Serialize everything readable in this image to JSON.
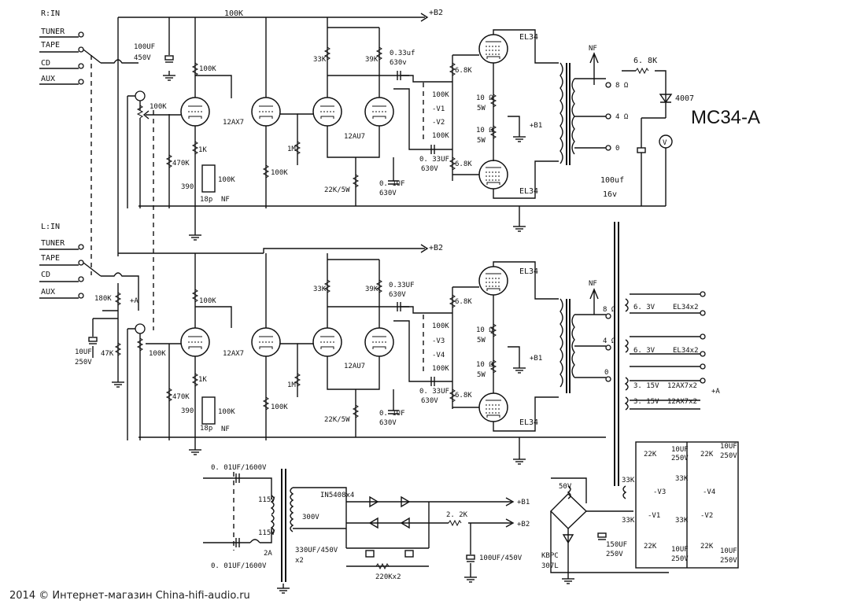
{
  "title": "MC34-A",
  "caption": "2014 © Интернет-магазин China-hifi-audio.ru",
  "labels": {
    "r_in": "R:IN",
    "l_in": "L:IN",
    "tuner": "TUNER",
    "tape": "TAPE",
    "cd": "CD",
    "aux": "AUX",
    "b2": "+B2",
    "b1": "+B1",
    "nf": "NF",
    "plus_a": "+A",
    "c100uf450": "100UF",
    "c450v": "450V",
    "r100k": "100K",
    "r470k": "470K",
    "r1k": "1K",
    "r390": "390",
    "c18p": "18p",
    "r33k": "33K",
    "r39k": "39K",
    "r1m": "1M",
    "r22k5w": "22K/5W",
    "r6k8": "6.8K",
    "r6k8b": "6. 8K",
    "c033u": "0.33uf",
    "c033U": "0. 33UF",
    "c033Ub": "0.33UF",
    "c630v": "630v",
    "c630V": "630V",
    "c01uf": "0. 1UF",
    "r10ohm": "10 Ω",
    "r5w": "5W",
    "v1": "-V1",
    "v2": "-V2",
    "v3": "-V3",
    "v4": "-V4",
    "ax7": "12AX7",
    "au7": "12AU7",
    "el34": "EL34",
    "o8": "8 Ω",
    "o4": "4 Ω",
    "o0": "0",
    "c100uf": "100uf",
    "c16v": "16v",
    "d4007": "4007",
    "meter": "V",
    "r180k": "180K",
    "r47k": "47K",
    "c10uf": "10UF",
    "c250v": "250V",
    "h63": "6. 3V",
    "el34x2": "EL34x2",
    "h315": "3. 15V",
    "ax7x2": "12AX7x2",
    "c001": "0. 01UF/1600V",
    "v115": "115V",
    "v300": "300V",
    "fuse": "2A",
    "in5408": "IN5408x4",
    "r2k2": "2. 2K",
    "c330": "330UF/450V",
    "x2": "x2",
    "c100u450": "100UF/450V",
    "r220k": "220Kx2",
    "v50": "50V",
    "kbpc": "KBPC",
    "k307": "307L",
    "c150": "150UF",
    "c250": "250V",
    "r22k": "22K",
    "c10UF": "10UF",
    "c250V": "250V",
    "r33": "33K"
  }
}
